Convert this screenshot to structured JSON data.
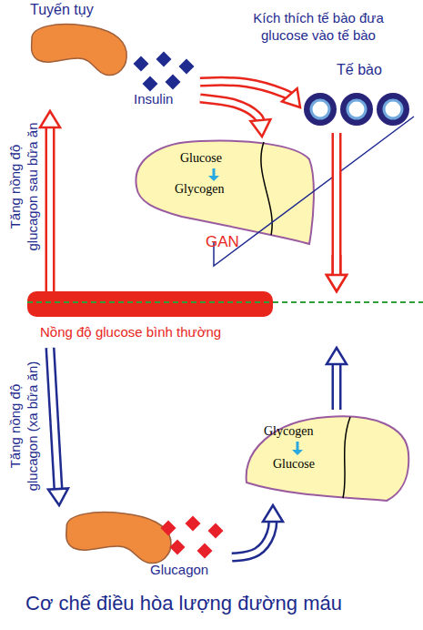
{
  "diagram": {
    "caption": "Cơ chế điều hòa lượng đường máu",
    "nodes": [
      {
        "text": [
          "Tuyến tụy",
          "Insulin"
        ]
      },
      {
        "text": [
          "Tế bào"
        ]
      },
      {
        "text": [
          "Glucose",
          "Glycogen",
          "GAN"
        ]
      },
      {
        "text": [
          "Nồng độ glucose bình thường"
        ]
      },
      {
        "text": [
          "Glycogen",
          "Glucose"
        ]
      },
      {
        "text": [
          "Glucagon"
        ]
      }
    ],
    "edges": [
      {
        "from": 0,
        "to": 1,
        "arrow": "to",
        "label": "Kích thích tế bào đưa glucose vào tế bào"
      },
      {
        "from": 0,
        "to": 2,
        "arrow": "to"
      },
      {
        "from": 1,
        "to": 3,
        "arrow": "to"
      },
      {
        "from": 2,
        "to": 3,
        "arrow": "to"
      },
      {
        "from": 3,
        "to": 0,
        "arrow": "to",
        "label": "Tăng nồng độ glucagon sau bữa ăn"
      },
      {
        "from": 3,
        "to": 5,
        "arrow": "to",
        "label": "Tăng nồng độ glucagon (xa bữa ăn)"
      },
      {
        "from": 5,
        "to": 4,
        "arrow": "to"
      },
      {
        "from": 4,
        "to": 3,
        "arrow": "to"
      }
    ]
  }
}
